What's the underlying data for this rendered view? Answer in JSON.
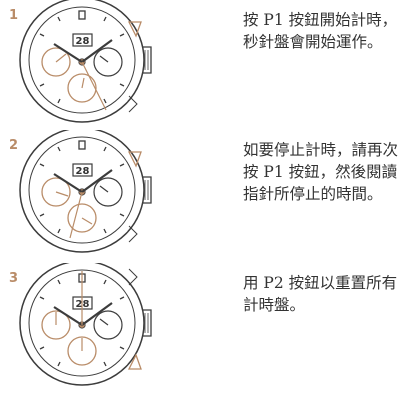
{
  "accent_color": "#b98c68",
  "steps": [
    {
      "number": "1",
      "text": "按 P1 按鈕開始計時，秒針盤會開始運作。",
      "date": "28",
      "illustration": "watch-start-illustration",
      "active_pusher": "P1"
    },
    {
      "number": "2",
      "text": "如要停止計時，請再次按 P1 按鈕，然後閱讀指針所停止的時間。",
      "date": "28",
      "illustration": "watch-stop-illustration",
      "active_pusher": "P1"
    },
    {
      "number": "3",
      "text": "用 P2 按鈕以重置所有計時盤。",
      "date": "28",
      "illustration": "watch-reset-illustration",
      "active_pusher": "P2"
    }
  ]
}
